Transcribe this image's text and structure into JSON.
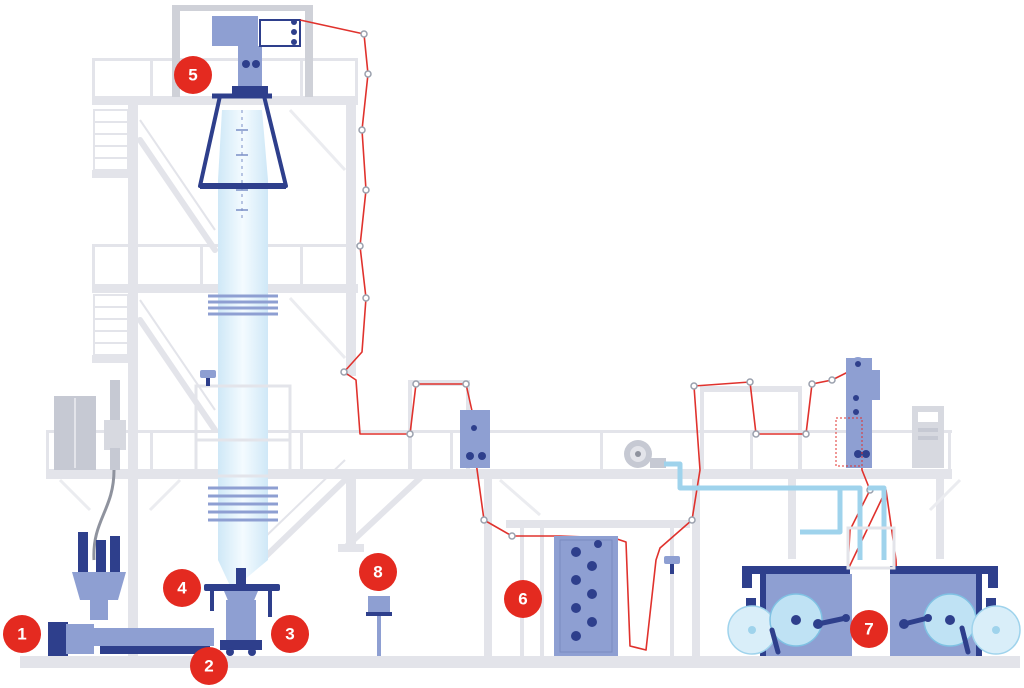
{
  "colors": {
    "frame": "#e3e4ea",
    "frame_dark": "#cfd1d8",
    "machine": "#8e9fd2",
    "machine_dark": "#2e3f8c",
    "film_path": "#e0322d",
    "bubble": "#cfe8f7",
    "air_duct": "#9fd3ec",
    "marker": "#e42a20",
    "roll": "#bfe2f4"
  },
  "markers": [
    {
      "id": "1",
      "label": "1"
    },
    {
      "id": "2",
      "label": "2"
    },
    {
      "id": "3",
      "label": "3"
    },
    {
      "id": "4",
      "label": "4"
    },
    {
      "id": "5",
      "label": "5"
    },
    {
      "id": "6",
      "label": "6"
    },
    {
      "id": "7",
      "label": "7"
    },
    {
      "id": "8",
      "label": "8"
    }
  ]
}
